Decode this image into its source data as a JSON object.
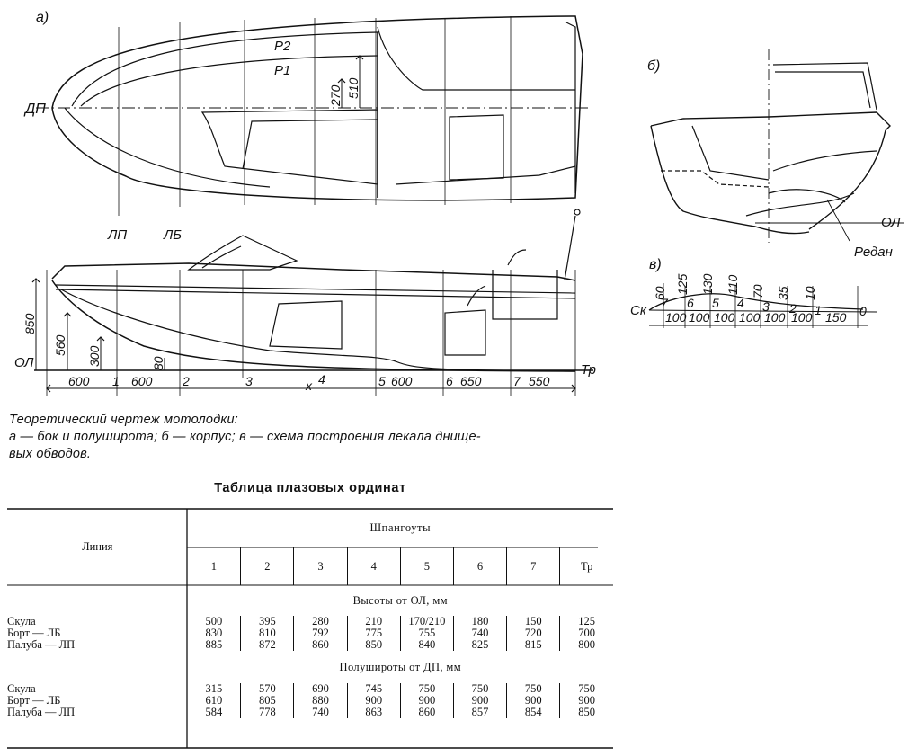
{
  "figure": {
    "panel_a": "а)",
    "panel_b": "б)",
    "panel_v": "в)",
    "labels": {
      "dp": "ДП",
      "lp": "ЛП",
      "lb": "ЛБ",
      "ol_side": "ОЛ",
      "ol_body": "ОЛ",
      "tr": "Тр",
      "redan": "Редан",
      "sk": "Ск",
      "r1": "Р1",
      "r2": "Р2"
    },
    "plan_dims": [
      "270",
      "510"
    ],
    "side_dims_vertical": [
      "850",
      "560",
      "300",
      "80"
    ],
    "bottom_dims": [
      "600",
      "600",
      "600",
      "650",
      "550"
    ],
    "station_marks": [
      "1",
      "2",
      "3",
      "4",
      "5",
      "6",
      "7"
    ],
    "x_mark": "x",
    "lekalo_heights": [
      "60",
      "125",
      "130",
      "110",
      "70",
      "35",
      "10"
    ],
    "lekalo_spacings": [
      "100",
      "100",
      "100",
      "100",
      "100",
      "100",
      "150"
    ],
    "lekalo_points": [
      "7",
      "6",
      "5",
      "4",
      "3",
      "2",
      "1",
      "0"
    ]
  },
  "caption": {
    "line1": "Теоретический чертеж мотолодки:",
    "line2": "а — бок и полуширота; б — корпус; в — схема построения лекала днище-",
    "line3": "вых обводов."
  },
  "table": {
    "title": "Таблица плазовых ординат",
    "col_line": "Линия",
    "col_frames": "Шпангоуты",
    "frames": [
      "1",
      "2",
      "3",
      "4",
      "5",
      "6",
      "7",
      "Тр"
    ],
    "section1_title": "Высоты от ОЛ, мм",
    "section2_title": "Полушироты от ДП, мм",
    "row_names": [
      "Скула",
      "Борт — ЛБ",
      "Палуба — ЛП"
    ],
    "heights": [
      [
        "500",
        "395",
        "280",
        "210",
        "170/210",
        "180",
        "150",
        "125"
      ],
      [
        "830",
        "810",
        "792",
        "775",
        "755",
        "740",
        "720",
        "700"
      ],
      [
        "885",
        "872",
        "860",
        "850",
        "840",
        "825",
        "815",
        "800"
      ]
    ],
    "half_breadths": [
      [
        "315",
        "570",
        "690",
        "745",
        "750",
        "750",
        "750",
        "750"
      ],
      [
        "610",
        "805",
        "880",
        "900",
        "900",
        "900",
        "900",
        "900"
      ],
      [
        "584",
        "778",
        "740",
        "863",
        "860",
        "857",
        "854",
        "850"
      ]
    ]
  }
}
